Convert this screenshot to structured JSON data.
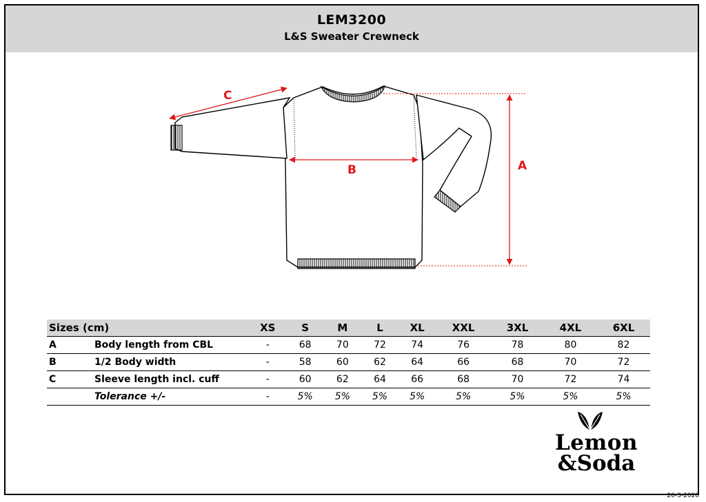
{
  "header": {
    "code": "LEM3200",
    "product": "L&S Sweater Crewneck"
  },
  "drawing": {
    "labels": {
      "a": "A",
      "b": "B",
      "c": "C"
    },
    "dimension_color": "#e01818"
  },
  "table": {
    "header_label": "Sizes (cm)",
    "sizes": [
      "XS",
      "S",
      "M",
      "L",
      "XL",
      "XXL",
      "3XL",
      "4XL",
      "6XL"
    ],
    "rows": [
      {
        "code": "A",
        "label": "Body length from CBL",
        "values": [
          "-",
          "68",
          "70",
          "72",
          "74",
          "76",
          "78",
          "80",
          "82"
        ]
      },
      {
        "code": "B",
        "label": "1/2 Body width",
        "values": [
          "-",
          "58",
          "60",
          "62",
          "64",
          "66",
          "68",
          "70",
          "72"
        ]
      },
      {
        "code": "C",
        "label": "Sleeve length incl. cuff",
        "values": [
          "-",
          "60",
          "62",
          "64",
          "66",
          "68",
          "70",
          "72",
          "74"
        ]
      }
    ],
    "tolerance": {
      "label": "Tolerance +/-",
      "values": [
        "-",
        "5%",
        "5%",
        "5%",
        "5%",
        "5%",
        "5%",
        "5%",
        "5%"
      ]
    }
  },
  "logo": {
    "line1": "Lemon",
    "line2": "&Soda",
    "icon": "leaf-icon"
  },
  "date": "26-3-2020"
}
